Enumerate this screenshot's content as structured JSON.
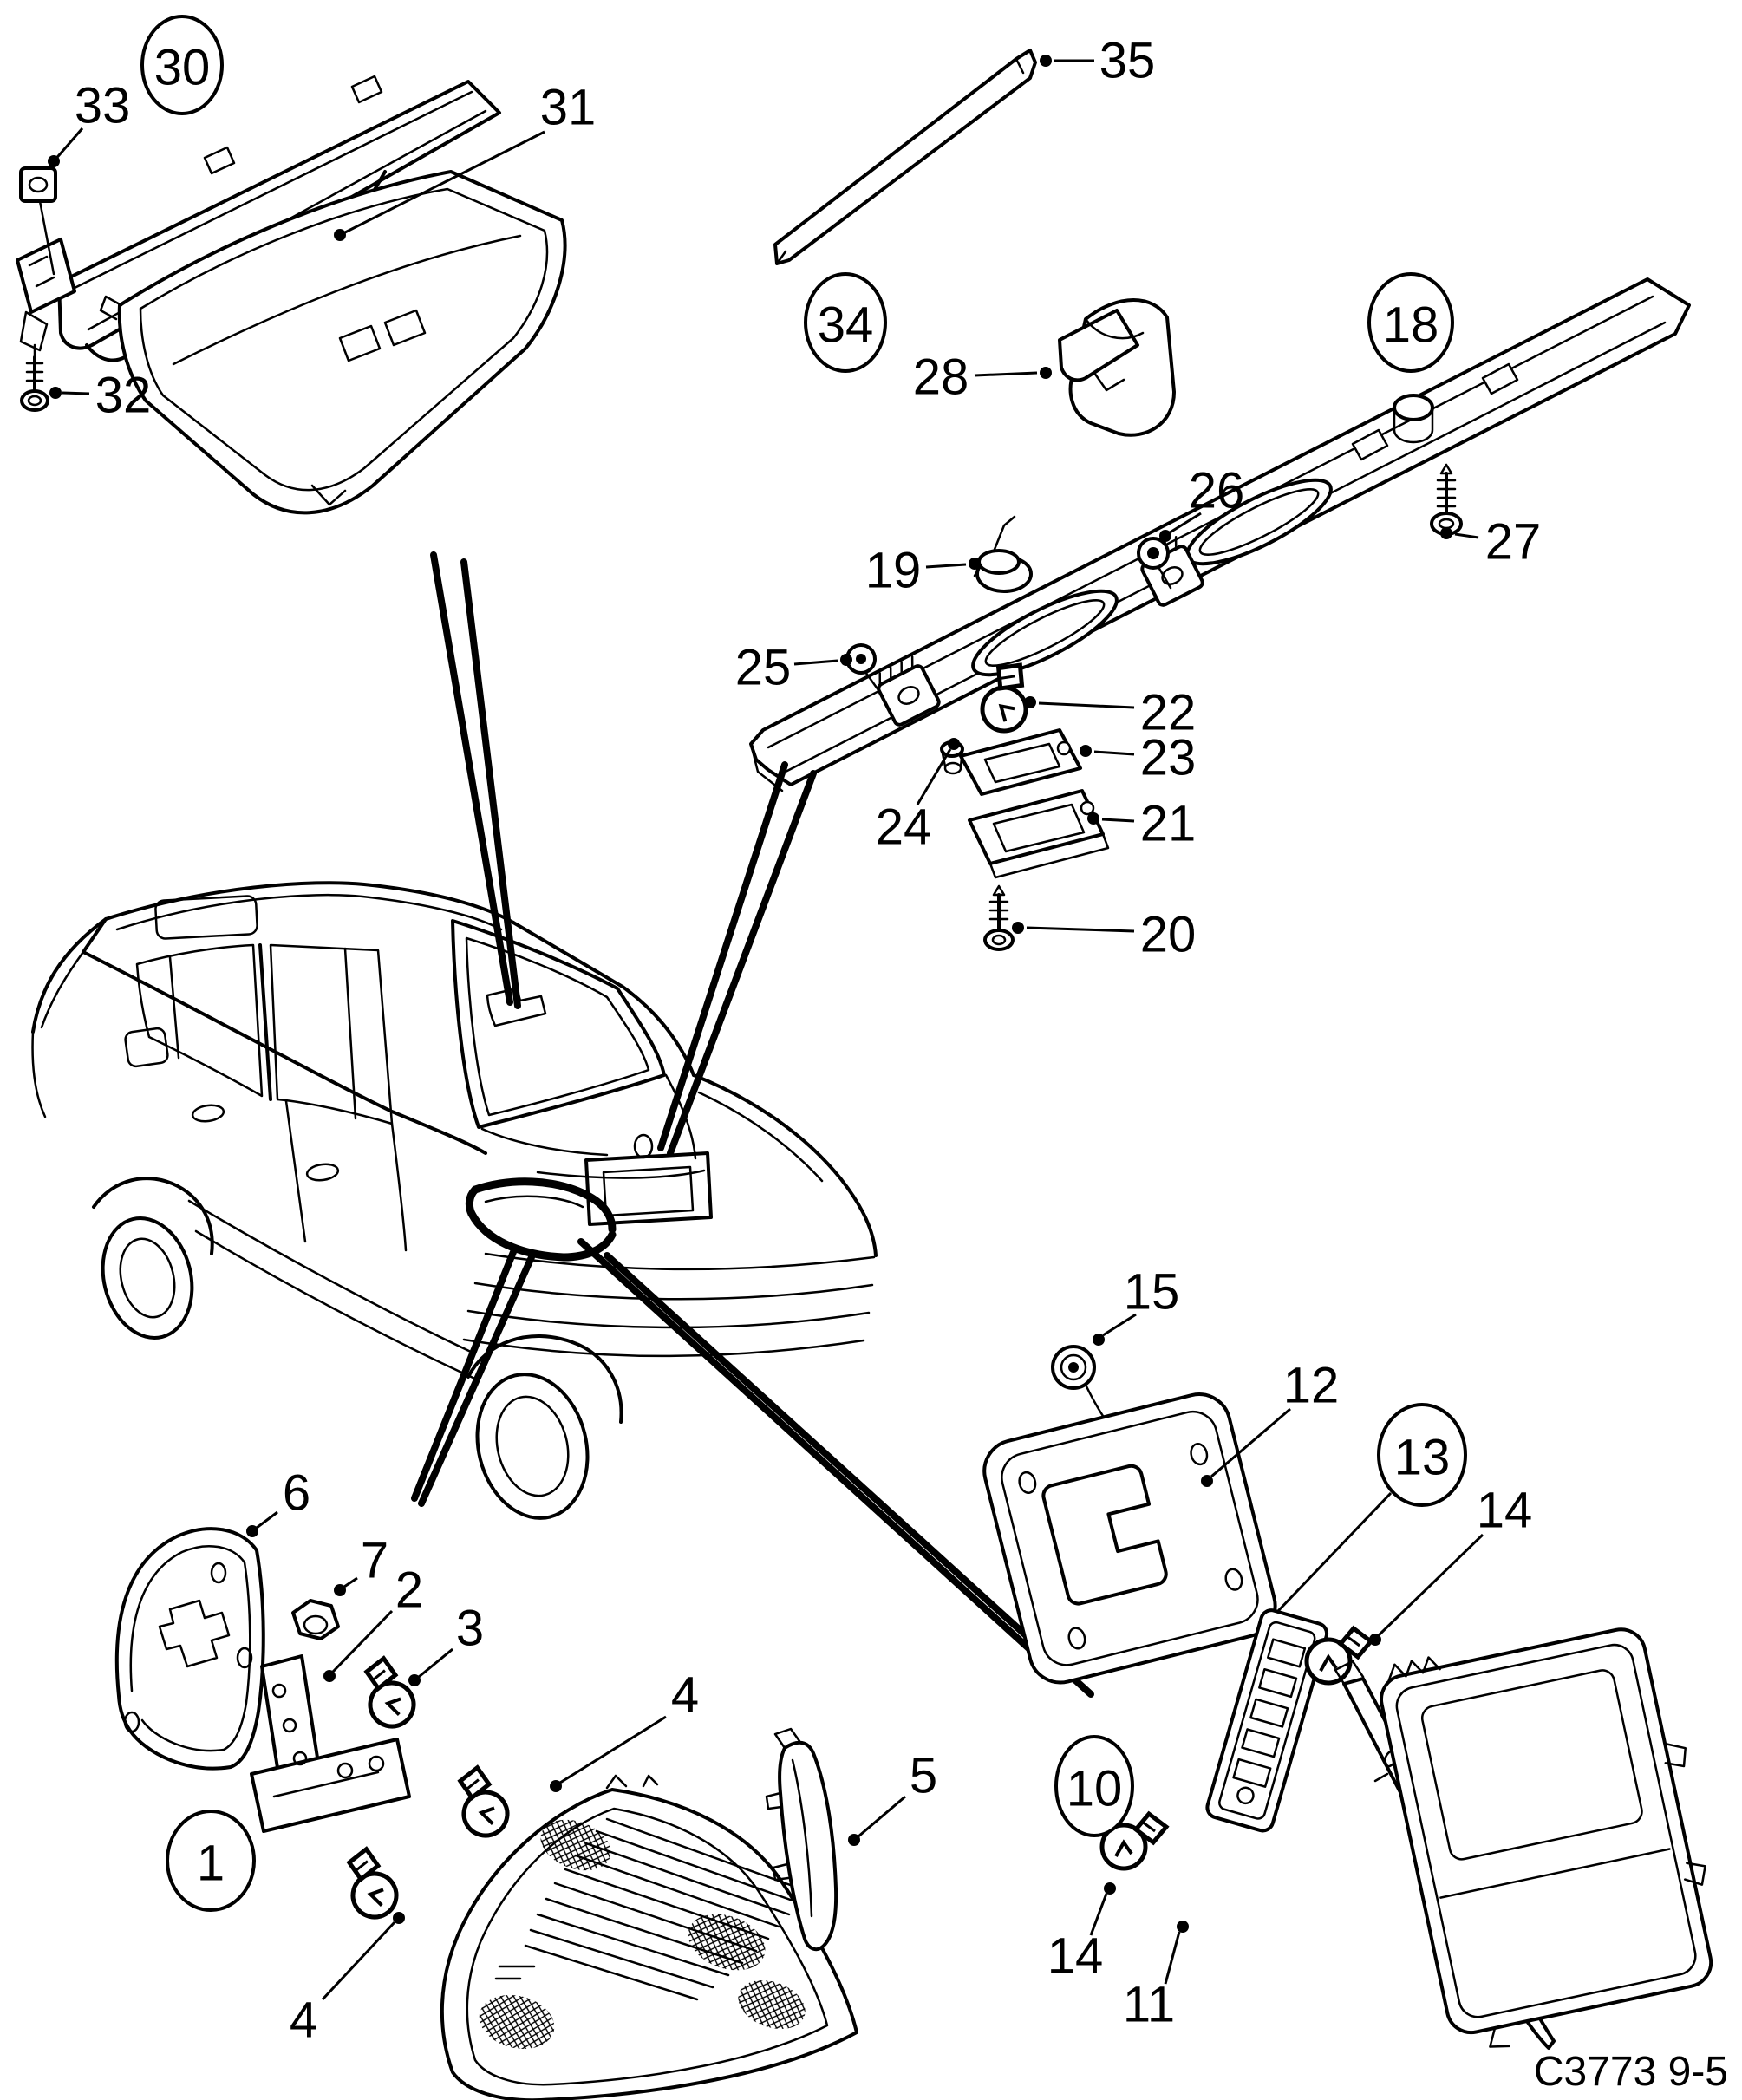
{
  "diagram": {
    "caption": "C3773 9-5",
    "background_color": "#ffffff",
    "line_color": "#000000",
    "callouts": [
      {
        "label": "33",
        "circled": false
      },
      {
        "label": "30",
        "circled": true
      },
      {
        "label": "31",
        "circled": false
      },
      {
        "label": "32",
        "circled": false
      },
      {
        "label": "35",
        "circled": false
      },
      {
        "label": "34",
        "circled": true
      },
      {
        "label": "28",
        "circled": false
      },
      {
        "label": "18",
        "circled": true
      },
      {
        "label": "26",
        "circled": false
      },
      {
        "label": "27",
        "circled": false
      },
      {
        "label": "19",
        "circled": false
      },
      {
        "label": "25",
        "circled": false
      },
      {
        "label": "22",
        "circled": false
      },
      {
        "label": "23",
        "circled": false
      },
      {
        "label": "21",
        "circled": false
      },
      {
        "label": "24",
        "circled": false
      },
      {
        "label": "20",
        "circled": false
      },
      {
        "label": "15",
        "circled": false
      },
      {
        "label": "12",
        "circled": false
      },
      {
        "label": "13",
        "circled": true
      },
      {
        "label": "14",
        "circled": false
      },
      {
        "label": "6",
        "circled": false
      },
      {
        "label": "7",
        "circled": false
      },
      {
        "label": "2",
        "circled": false
      },
      {
        "label": "3",
        "circled": false
      },
      {
        "label": "4",
        "circled": false
      },
      {
        "label": "5",
        "circled": false
      },
      {
        "label": "1",
        "circled": true
      },
      {
        "label": "10",
        "circled": true
      },
      {
        "label": "14",
        "circled": false
      },
      {
        "label": "11",
        "circled": false
      },
      {
        "label": "4",
        "circled": false
      }
    ]
  }
}
